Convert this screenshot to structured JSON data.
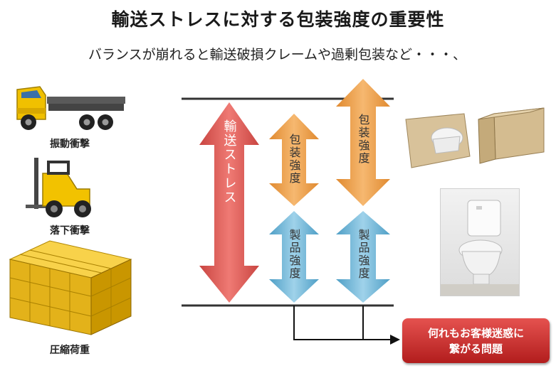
{
  "title": "輸送ストレスに対する包装強度の重要性",
  "subtitle": "バランスが崩れると輸送破損クレームや過剰包装など・・・、",
  "left_items": [
    {
      "label": "振動衝撃",
      "icon": "truck-icon"
    },
    {
      "label": "落下衝撃",
      "icon": "forklift-icon"
    },
    {
      "label": "圧縮荷重",
      "icon": "boxes-stack-icon"
    }
  ],
  "arrows": {
    "stress": "輸送ストレス",
    "package_short": "包装強度",
    "package_tall": "包装強度",
    "product_left": "製品強度",
    "product_right": "製品強度"
  },
  "result": {
    "line1": "何れもお客様迷惑に",
    "line2": "繋がる問題"
  },
  "colors": {
    "stress_arrow": "#e0625e",
    "package_arrow": "#ee9a45",
    "product_arrow": "#6fb6d8",
    "result_box": "#c8302c"
  }
}
